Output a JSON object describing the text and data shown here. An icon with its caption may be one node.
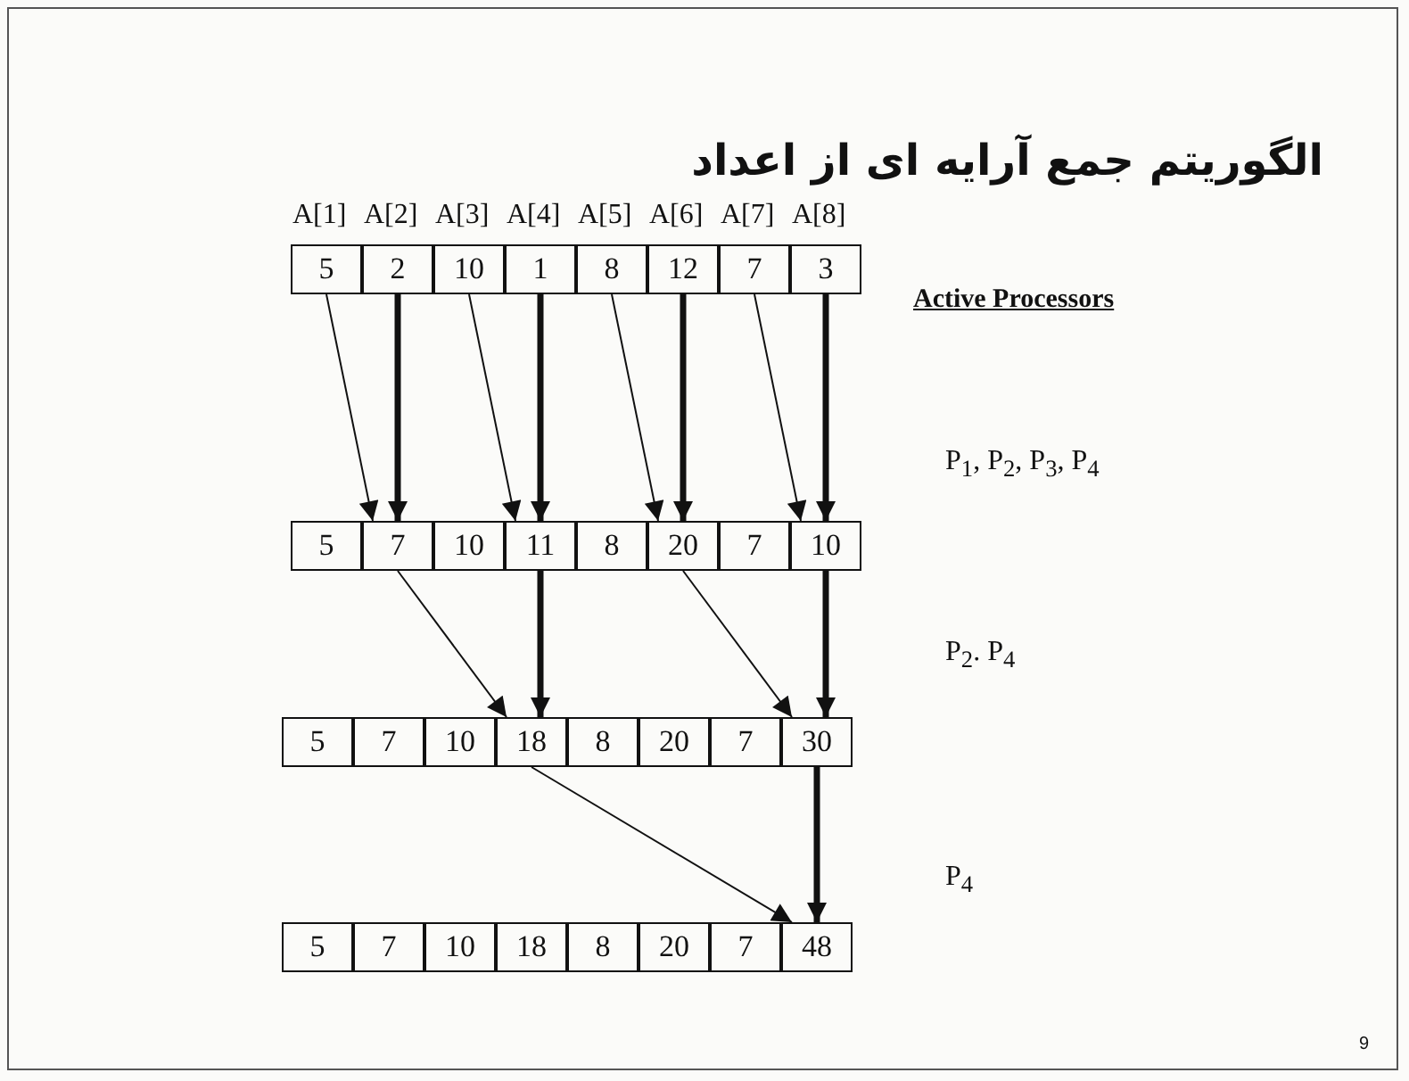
{
  "diagram": {
    "title": "الگوریتم جمع آرایه ای از اعداد",
    "nodes": [
      {
        "text": [
          "5"
        ]
      },
      {
        "text": [
          "2"
        ]
      },
      {
        "text": [
          "10"
        ]
      },
      {
        "text": [
          "1"
        ]
      },
      {
        "text": [
          "8"
        ]
      },
      {
        "text": [
          "12"
        ]
      },
      {
        "text": [
          "7"
        ]
      },
      {
        "text": [
          "3"
        ]
      },
      {
        "text": [
          "5"
        ]
      },
      {
        "text": [
          "7"
        ]
      },
      {
        "text": [
          "10"
        ]
      },
      {
        "text": [
          "11"
        ]
      },
      {
        "text": [
          "8"
        ]
      },
      {
        "text": [
          "20"
        ]
      },
      {
        "text": [
          "7"
        ]
      },
      {
        "text": [
          "10"
        ]
      },
      {
        "text": [
          "5"
        ]
      },
      {
        "text": [
          "7"
        ]
      },
      {
        "text": [
          "10"
        ]
      },
      {
        "text": [
          "18"
        ]
      },
      {
        "text": [
          "8"
        ]
      },
      {
        "text": [
          "20"
        ]
      },
      {
        "text": [
          "7"
        ]
      },
      {
        "text": [
          "30"
        ]
      },
      {
        "text": [
          "5"
        ]
      },
      {
        "text": [
          "7"
        ]
      },
      {
        "text": [
          "10"
        ]
      },
      {
        "text": [
          "18"
        ]
      },
      {
        "text": [
          "8"
        ]
      },
      {
        "text": [
          "20"
        ]
      },
      {
        "text": [
          "7"
        ]
      },
      {
        "text": [
          "48"
        ]
      }
    ],
    "edges": [
      {
        "from": 0,
        "to": 9,
        "arrow": "to"
      },
      {
        "from": 1,
        "to": 9,
        "arrow": "to",
        "style": "thick"
      },
      {
        "from": 2,
        "to": 11,
        "arrow": "to"
      },
      {
        "from": 3,
        "to": 11,
        "arrow": "to",
        "style": "thick"
      },
      {
        "from": 4,
        "to": 13,
        "arrow": "to"
      },
      {
        "from": 5,
        "to": 13,
        "arrow": "to",
        "style": "thick"
      },
      {
        "from": 6,
        "to": 15,
        "arrow": "to"
      },
      {
        "from": 7,
        "to": 15,
        "arrow": "to",
        "style": "thick"
      },
      {
        "from": 9,
        "to": 19,
        "arrow": "to"
      },
      {
        "from": 11,
        "to": 19,
        "arrow": "to",
        "style": "thick"
      },
      {
        "from": 13,
        "to": 23,
        "arrow": "to"
      },
      {
        "from": 15,
        "to": 23,
        "arrow": "to",
        "style": "thick"
      },
      {
        "from": 19,
        "to": 31,
        "arrow": "to"
      },
      {
        "from": 23,
        "to": 31,
        "arrow": "to",
        "style": "thick"
      }
    ],
    "labels": [
      "A[1]",
      "A[2]",
      "A[3]",
      "A[4]",
      "A[5]",
      "A[6]",
      "A[7]",
      "A[8]",
      "Active Processors",
      "P$_{1}$, P$_{2}$, P$_{3}$, P$_{4}$",
      "P$_{2}$. P$_{4}$",
      "P$_{4}$",
      "9"
    ]
  }
}
